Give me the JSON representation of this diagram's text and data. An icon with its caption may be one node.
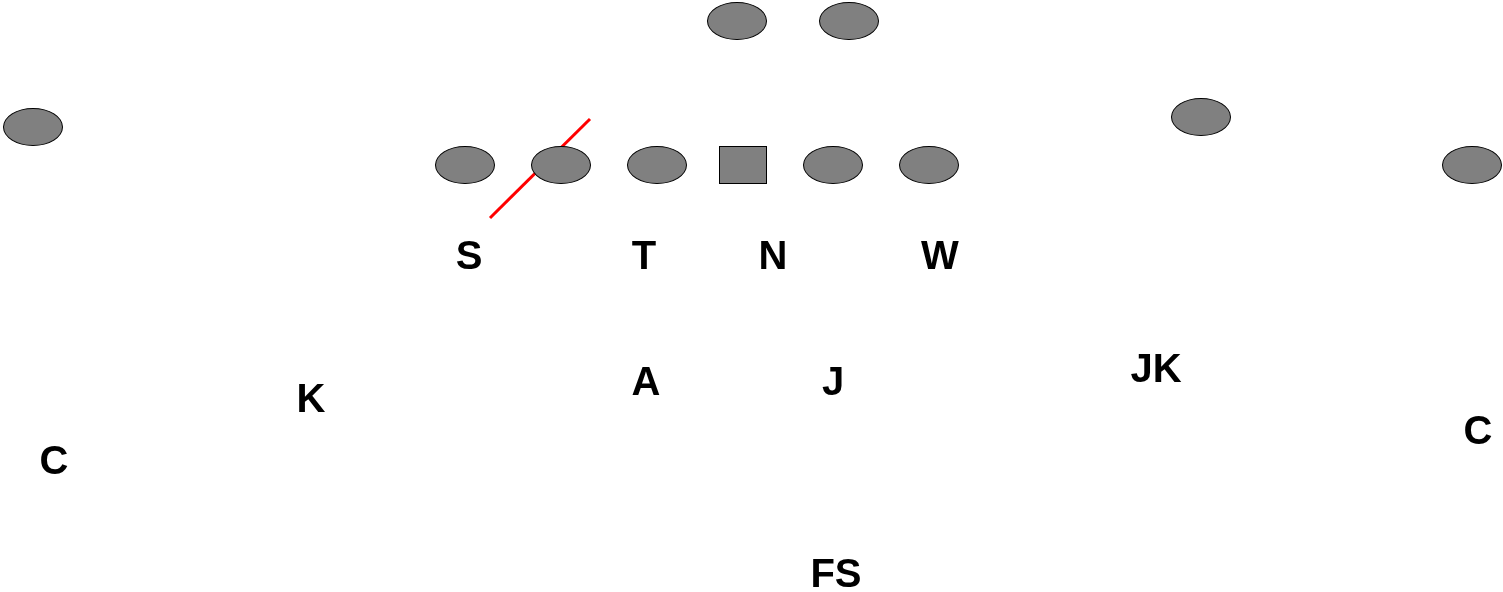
{
  "diagram": {
    "nodes": [
      {
        "text": [],
        "shape": "ellipse"
      },
      {
        "text": [],
        "shape": "ellipse"
      },
      {
        "text": [],
        "shape": "ellipse"
      },
      {
        "text": [],
        "shape": "ellipse"
      },
      {
        "text": [],
        "shape": "ellipse"
      },
      {
        "text": [],
        "shape": "ellipse"
      },
      {
        "text": [],
        "shape": "ellipse"
      },
      {
        "text": [],
        "shape": "box"
      },
      {
        "text": [],
        "shape": "ellipse"
      },
      {
        "text": [],
        "shape": "ellipse"
      },
      {
        "text": [],
        "shape": "ellipse"
      }
    ],
    "labels": [
      "S",
      "T",
      "N",
      "W",
      "JK",
      "A",
      "J",
      "K",
      "C",
      "C",
      "FS"
    ]
  }
}
